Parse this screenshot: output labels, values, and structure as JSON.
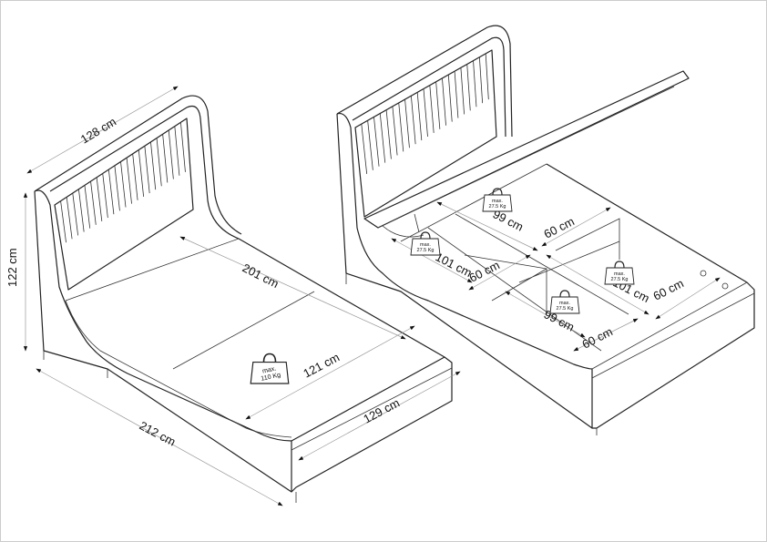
{
  "left_bed": {
    "dimensions": {
      "headboard_width": "128 cm",
      "height": "122 cm",
      "inner_length": "201 cm",
      "inner_width": "121 cm",
      "outer_width": "129 cm",
      "outer_length": "212 cm"
    },
    "weight_badge": {
      "line1": "max.",
      "line2": "110 Kg"
    }
  },
  "right_bed": {
    "dimensions": {
      "rear_length": "99 cm",
      "rear_width": "60 cm",
      "left_length": "101 cm",
      "left_width": "60 cm",
      "right_length": "101 cm",
      "right_width": "60 cm",
      "front_length": "99 cm",
      "front_width": "60 cm"
    },
    "weight_badges": [
      {
        "line1": "max.",
        "line2": "27.5 Kg"
      },
      {
        "line1": "max.",
        "line2": "27.5 Kg"
      },
      {
        "line1": "max.",
        "line2": "27.5 Kg"
      },
      {
        "line1": "max.",
        "line2": "27.5 Kg"
      }
    ]
  }
}
